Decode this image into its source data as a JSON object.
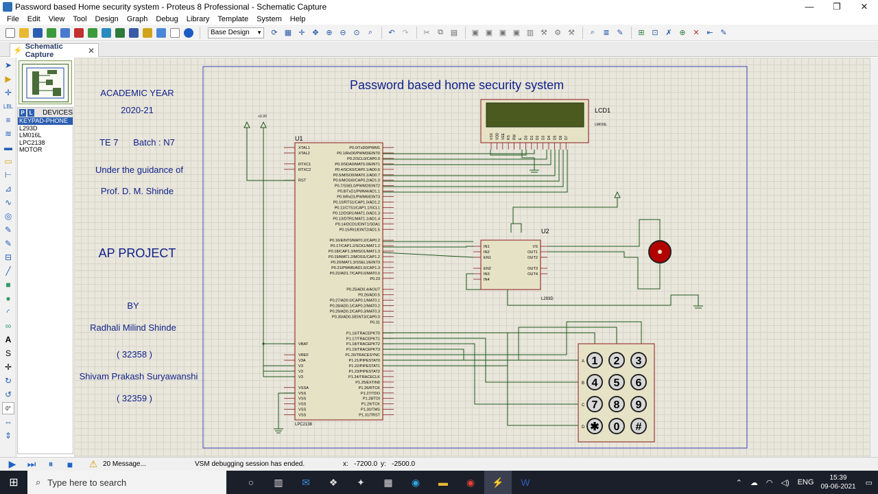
{
  "window": {
    "title": "Password based Home security system - Proteus 8 Professional - Schematic Capture",
    "minimize": "—",
    "maximize": "❐",
    "close": "✕"
  },
  "menu": [
    "File",
    "Edit",
    "View",
    "Tool",
    "Design",
    "Graph",
    "Debug",
    "Library",
    "Template",
    "System",
    "Help"
  ],
  "toolbar": {
    "design_select": "Base Design"
  },
  "tab": {
    "label": "Schematic Capture",
    "close": "✕"
  },
  "devices": {
    "header": "DEVICES",
    "p": "P",
    "l": "L",
    "items": [
      "KEYPAD-PHONE",
      "L293D",
      "LM016L",
      "LPC2138",
      "MOTOR"
    ],
    "selected": 0
  },
  "sheet": {
    "title": "Password based home security system",
    "left_text": [
      "ACADEMIC YEAR",
      "2020-21",
      "TE 7      Batch : N7",
      "Under the guidance of",
      "Prof. D. M. Shinde",
      "AP PROJECT",
      "BY",
      "Radhali Milind Shinde",
      "( 32358 )",
      "Shivam Prakash Suryawanshi",
      "( 32359 )"
    ]
  },
  "schematic": {
    "u1_ref": "U1",
    "u1_part": "LPC2138",
    "supply": "+3.3V",
    "lcd_ref": "LCD1",
    "lcd_part": "LM016L",
    "lcd_pins": [
      "VSS",
      "VDD",
      "VEE",
      "RS",
      "RW",
      "E",
      "D0",
      "D1",
      "D2",
      "D3",
      "D4",
      "D5",
      "D6",
      "D7"
    ],
    "u2_ref": "U2",
    "u2_part": "L293D",
    "u2_left": [
      "IN1",
      "IN2",
      "EN1",
      "",
      "EN2",
      "IN3",
      "IN4"
    ],
    "u2_right": [
      "VS",
      "OUT1",
      "OUT2",
      "",
      "OUT3",
      "OUT4"
    ],
    "keypad_keys": [
      "1",
      "2",
      "3",
      "4",
      "5",
      "6",
      "7",
      "8",
      "9",
      "✱",
      "0",
      "#"
    ],
    "keypad_rows": [
      "A",
      "B",
      "C",
      "D"
    ],
    "mcu_right": [
      "P0.0/TxD0/PWM1",
      "P0.1/RxD0/PWM3/EINT0",
      "P0.2/SCL0/CAP0.0",
      "P0.3/SDA0/MAT0.0/EINT1",
      "P0.4/SCK0/CAP0.1/AD0.6",
      "P0.5/MISO0/MAT0.1/AD0.7",
      "P0.6/MOSI0/CAP0.2/AD1.0",
      "P0.7/SSEL0/PWM2/EINT2",
      "P0.8/TxD1/PWM4/AD1.1",
      "P0.9/RxD1/PWM6/EINT3",
      "P0.10/RTS1/CAP1.0/AD1.2",
      "P0.11/CTS1/CAP1.1/SCL1",
      "P0.12/DSR1/MAT1.0/AD1.3",
      "P0.13/DTR1/MAT1.1/AD1.4",
      "P0.14/DCD1/EINT1/SDA1",
      "P0.15/RI1/EINT2/AD1.5",
      "",
      "P0.16/EINT0/MAT0.2/CAP0.2",
      "P0.17/CAP1.2/SCK1/MAT1.2",
      "P0.18/CAP1.3/MISO1/MAT1.3",
      "P0.19/MAT1.2/MOSI1/CAP1.2",
      "P0.20/MAT1.3/SSEL1/EINT3",
      "P0.21/PWM5/AD1.6/CAP1.3",
      "P0.22/AD1.7/CAP0.0/MAT0.0",
      "P0.23",
      "",
      "P0.25/AD0.4/AOUT",
      "P0.26/AD0.5",
      "P0.27/AD0.0/CAP0.1/MAT0.1",
      "P0.28/AD0.1/CAP0.2/MAT0.2",
      "P0.29/AD0.2/CAP0.3/MAT0.3",
      "P0.30/AD0.3/EINT3/CAP0.0",
      "P0.31",
      "",
      "P1.16/TRACEPKT0",
      "P1.17/TRACEPKT1",
      "P1.18/TRACEPKT2",
      "P1.19/TRACEPKT3",
      "P1.20/TRACESYNC",
      "P1.21/PIPESTAT0",
      "P1.22/PIPESTAT1",
      "P1.23/PIPESTAT2",
      "P1.24/TRACECLK",
      "P1.25/EXTIN0",
      "P1.26/RTCK",
      "P1.27/TDO",
      "P1.28/TDI",
      "P1.29/TCK",
      "P1.30/TMS",
      "P1.31/TRST"
    ],
    "mcu_left": [
      {
        "name": "XTAL1",
        "row": 0
      },
      {
        "name": "XTAL2",
        "row": 1
      },
      {
        "name": "RTXC1",
        "row": 3
      },
      {
        "name": "RTXC2",
        "row": 4
      },
      {
        "name": "RST",
        "row": 6
      },
      {
        "name": "VBAT",
        "row": 36
      },
      {
        "name": "VREF",
        "row": 38
      },
      {
        "name": "V3A",
        "row": 39
      },
      {
        "name": "V3",
        "row": 40
      },
      {
        "name": "V3",
        "row": 41
      },
      {
        "name": "V3",
        "row": 42
      },
      {
        "name": "VSSA",
        "row": 44
      },
      {
        "name": "VSS",
        "row": 45
      },
      {
        "name": "VSS",
        "row": 46
      },
      {
        "name": "VSS",
        "row": 47
      },
      {
        "name": "VSS",
        "row": 48
      },
      {
        "name": "VSS",
        "row": 49
      }
    ]
  },
  "status": {
    "messages": "20 Message...",
    "text": "VSM debugging session has ended.",
    "x_label": "x:",
    "x_value": "-7200.0",
    "y_label": "y:",
    "y_value": "-2500.0"
  },
  "taskbar": {
    "search_placeholder": "Type here to search",
    "lang": "ENG",
    "time": "15:39",
    "date": "09-06-2021"
  }
}
